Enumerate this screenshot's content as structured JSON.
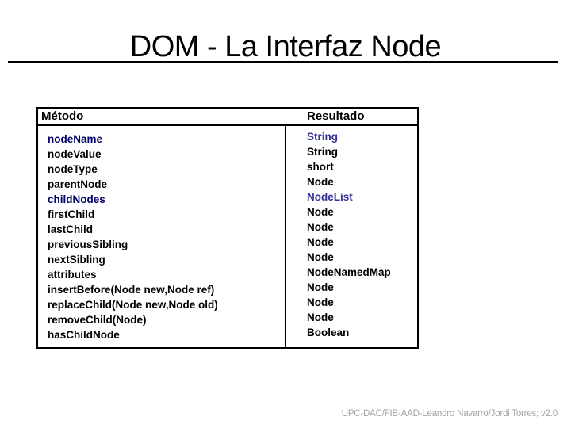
{
  "title": "DOM - La Interfaz Node",
  "table": {
    "headers": [
      "Método",
      "Resultado"
    ],
    "rows": [
      {
        "method": "nodeName",
        "result": "String",
        "highlight": true
      },
      {
        "method": "nodeValue",
        "result": "String",
        "highlight": false
      },
      {
        "method": "nodeType",
        "result": "short",
        "highlight": false
      },
      {
        "method": "parentNode",
        "result": "Node",
        "highlight": false
      },
      {
        "method": "childNodes",
        "result": "NodeList",
        "highlight": true
      },
      {
        "method": "firstChild",
        "result": "Node",
        "highlight": false
      },
      {
        "method": "lastChild",
        "result": "Node",
        "highlight": false
      },
      {
        "method": "previousSibling",
        "result": "Node",
        "highlight": false
      },
      {
        "method": "nextSibling",
        "result": "Node",
        "highlight": false
      },
      {
        "method": "attributes",
        "result": "NodeNamedMap",
        "highlight": false
      },
      {
        "method": "insertBefore(Node new,Node ref)",
        "result": "Node",
        "highlight": false
      },
      {
        "method": "replaceChild(Node new,Node old)",
        "result": "Node",
        "highlight": false
      },
      {
        "method": "removeChild(Node)",
        "result": "Node",
        "highlight": false
      },
      {
        "method": "hasChildNode",
        "result": "Boolean",
        "highlight": false
      }
    ]
  },
  "footer": "UPC-DAC/FIB-AAD-Leandro Navarro/Jordi Torres; v2.0",
  "colors": {
    "text": "#000000",
    "border": "#000000",
    "method_highlight": "#000066",
    "result_highlight": "#333399",
    "footer_text": "#a3a3a3"
  }
}
